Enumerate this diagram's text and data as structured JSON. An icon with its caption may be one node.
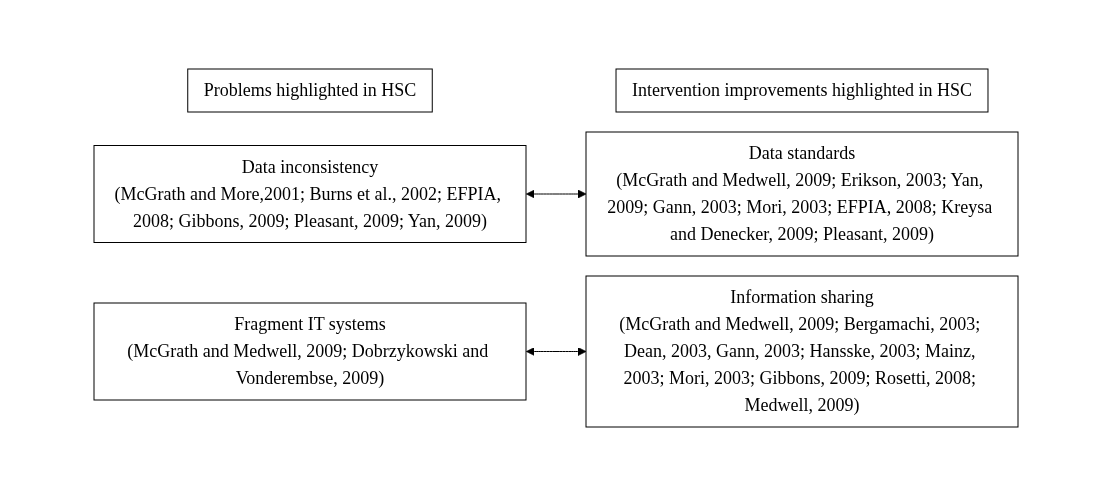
{
  "diagram": {
    "nodes": [
      {
        "text": [
          "Problems highlighted in HSC"
        ]
      },
      {
        "text": [
          "Intervention improvements highlighted in HSC"
        ]
      },
      {
        "text": [
          "Data inconsistency",
          "(McGrath and More,2001; Burns et al., 2002; EFPIA, 2008; Gibbons, 2009; Pleasant, 2009; Yan, 2009)"
        ]
      },
      {
        "text": [
          "Data standards",
          "(McGrath and Medwell, 2009; Erikson, 2003; Yan, 2009; Gann, 2003; Mori, 2003; EFPIA, 2008; Kreysa and Denecker, 2009; Pleasant, 2009)"
        ]
      },
      {
        "text": [
          "Fragment IT systems",
          "(McGrath and Medwell, 2009; Dobrzykowski and Vonderembse, 2009)"
        ]
      },
      {
        "text": [
          "Information sharing",
          "(McGrath and Medwell, 2009; Bergamachi, 2003; Dean, 2003, Gann, 2003; Hansske, 2003; Mainz, 2003; Mori, 2003; Gibbons, 2009; Rosetti, 2008; Medwell, 2009)"
        ]
      }
    ],
    "edges": [
      {
        "from": 2,
        "to": 3,
        "arrow": "both"
      },
      {
        "from": 4,
        "to": 5,
        "arrow": "both"
      }
    ]
  }
}
